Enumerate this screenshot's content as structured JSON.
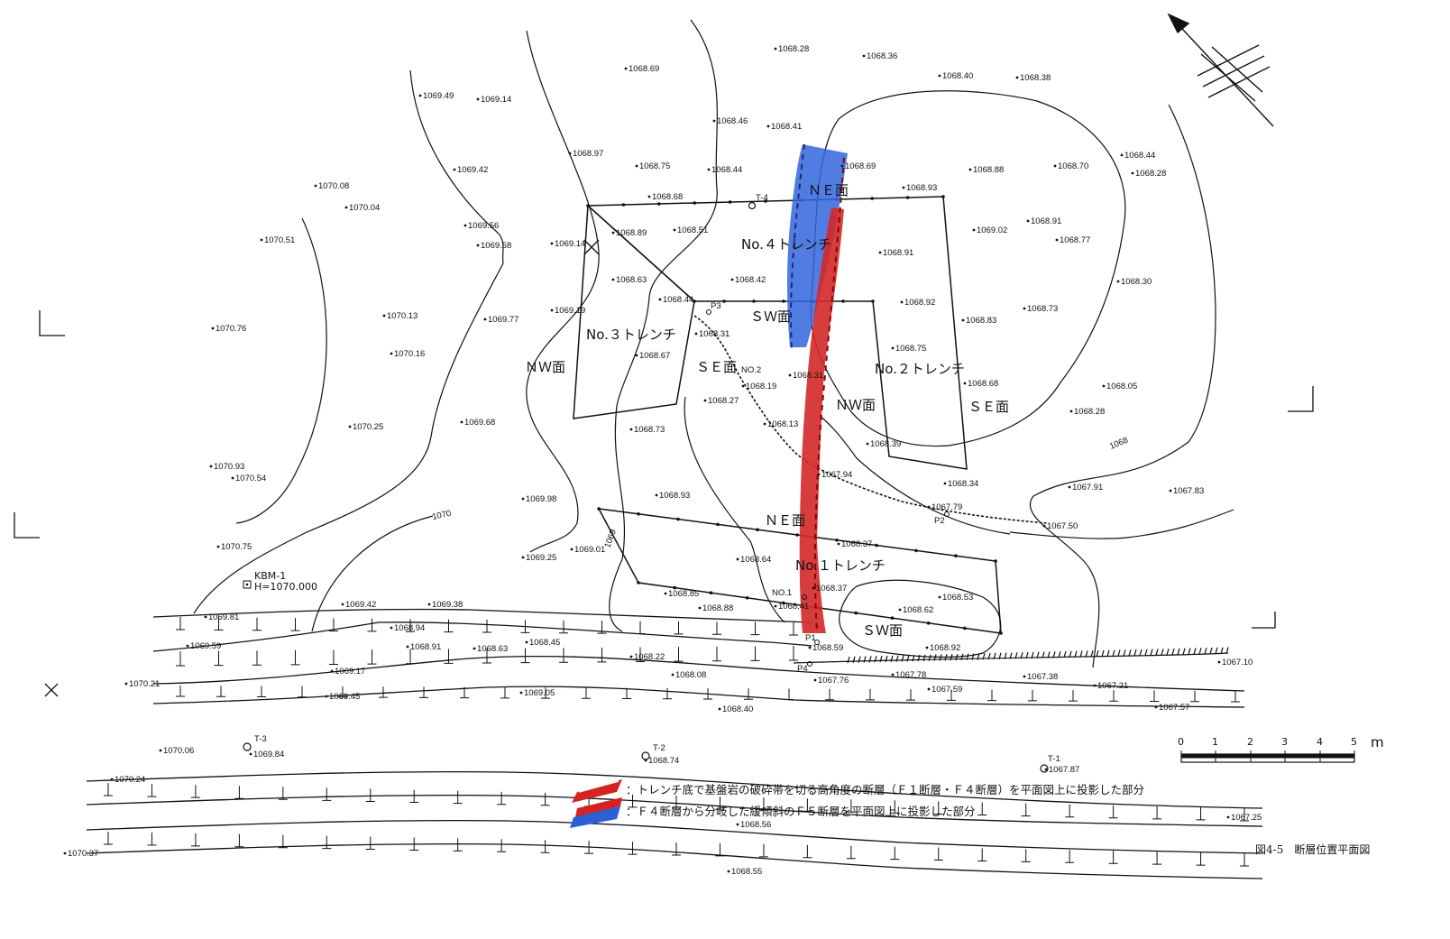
{
  "caption": "図4-5　断層位置平面図",
  "scale_bar": {
    "unit": "m",
    "ticks": [
      "0",
      "1",
      "2",
      "3",
      "4",
      "5"
    ]
  },
  "legend": [
    {
      "color": "#d42323",
      "text": "：トレンチ底で基盤岩の破砕帯を切る高角度の断層（Ｆ１断層・Ｆ４断層）を平面図上に投影した部分"
    },
    {
      "color": "#2a5fd6",
      "text": "：Ｆ４断層から分岐した緩傾斜のＦ５断層を平面図上に投影した部分"
    }
  ],
  "trench_labels": {
    "no4": "No.４トレンチ",
    "no3": "No.３トレンチ",
    "no2": "No.２トレンチ",
    "no1": "No.１トレンチ"
  },
  "face_labels": {
    "no4_ne": "ＮＥ面",
    "no4_sw": "ＳＷ面",
    "no3_nw": "ＮＷ面",
    "no3_se": "ＳＥ面",
    "no2_nw": "ＮＷ面",
    "no2_se": "ＳＥ面",
    "no1_ne": "ＮＥ面",
    "no1_sw": "ＳＷ面"
  },
  "contour_labels": [
    "1070",
    "1069",
    "1068"
  ],
  "benchmark": {
    "name": "KBM-1",
    "height": "H=1070.000"
  },
  "stations": [
    "T-1",
    "T-2",
    "T-3",
    "T-4",
    "P1",
    "P2",
    "P3",
    "P4",
    "NO.1",
    "NO.2"
  ],
  "elevations": [
    "1068.28",
    "1068.36",
    "1068.69",
    "1068.40",
    "1068.38",
    "1069.49",
    "1069.14",
    "1068.46",
    "1068.41",
    "1068.97",
    "1069.42",
    "1068.75",
    "1068.44",
    "1068.69",
    "1068.88",
    "1068.70",
    "1068.44",
    "1068.28",
    "1070.08",
    "1070.04",
    "1068.68",
    "1068.93",
    "1069.56",
    "1069.58",
    "1070.51",
    "1069.14",
    "1068.89",
    "1068.51",
    "1069.02",
    "1068.91",
    "1068.77",
    "1068.91",
    "1068.63",
    "1068.42",
    "1068.30",
    "1068.44",
    "1068.92",
    "1068.73",
    "1070.13",
    "1069.77",
    "1069.19",
    "1068.83",
    "1070.76",
    "1068.31",
    "1070.16",
    "1068.67",
    "1068.75",
    "1068.19",
    "1068.31",
    "1068.68",
    "1068.05",
    "1068.27",
    "1068.13",
    "1068.28",
    "1070.25",
    "1069.68",
    "1068.73",
    "1068.39",
    "1070.93",
    "1070.54",
    "1067.94",
    "1068.34",
    "1067.91",
    "1067.83",
    "1069.98",
    "1068.93",
    "1067.79",
    "1067.50",
    "1070.75",
    "1069.25",
    "1069.01",
    "1068.64",
    "1068.37",
    "1068.37",
    "1068.53",
    "1068.85",
    "1068.41",
    "1068.62",
    "1069.42",
    "1069.38",
    "1068.88",
    "1069.81",
    "1068.94",
    "1068.45",
    "1069.59",
    "1068.91",
    "1068.63",
    "1068.22",
    "1068.59",
    "1068.92",
    "1067.10",
    "1069.17",
    "1068.08",
    "1067.76",
    "1067.78",
    "1067.38",
    "1070.21",
    "1069.45",
    "1069.05",
    "1067.59",
    "1067.21",
    "1068.40",
    "1067.57",
    "1070.06",
    "1069.84",
    "1068.74",
    "1067.87",
    "1070.24",
    "1068.56",
    "1067.25",
    "1070.37",
    "1068.55"
  ]
}
